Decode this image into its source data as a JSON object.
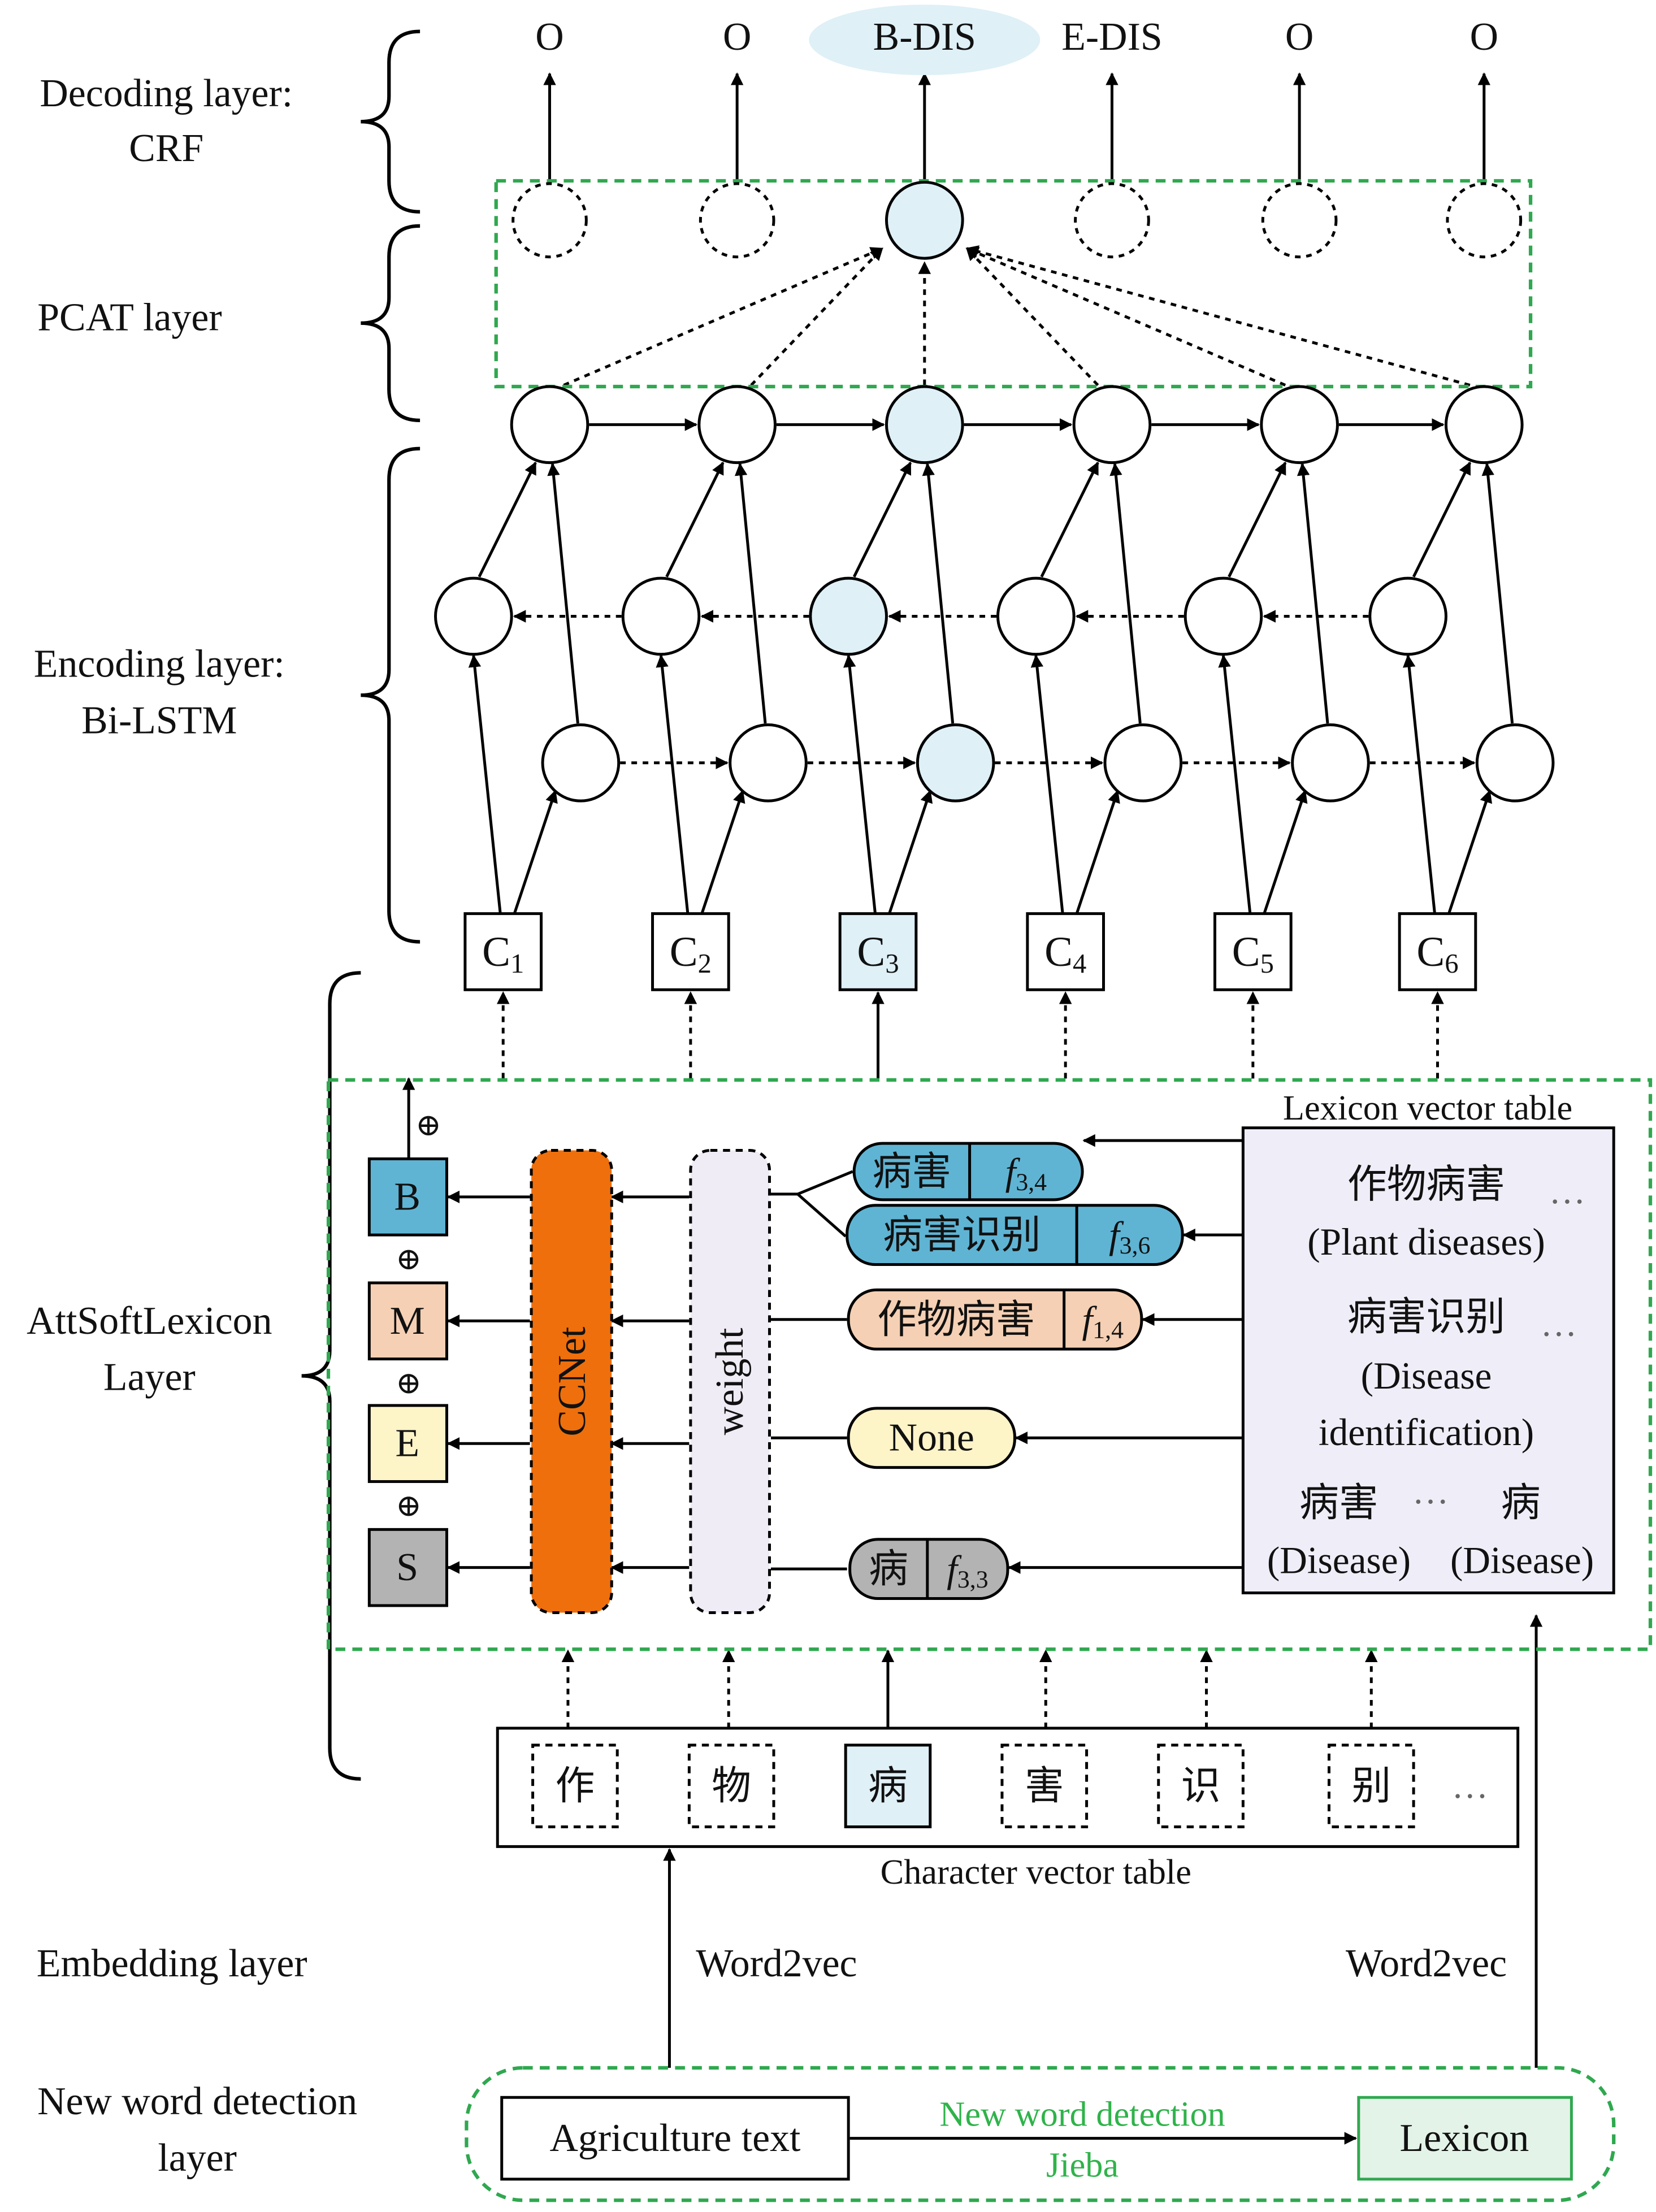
{
  "left_labels": {
    "decoding": [
      "Decoding layer:",
      "CRF"
    ],
    "pcat": [
      "PCAT layer"
    ],
    "encoding": [
      "Encoding layer:",
      "Bi-LSTM"
    ],
    "attsoft": [
      "AttSoftLexicon",
      "Layer"
    ],
    "embedding": [
      "Embedding layer"
    ],
    "newword": [
      "New word detection",
      "layer"
    ]
  },
  "output_tags": [
    "O",
    "O",
    "B-DIS",
    "E-DIS",
    "O",
    "O"
  ],
  "char_nodes": [
    {
      "base": "C",
      "sub": "1"
    },
    {
      "base": "C",
      "sub": "2"
    },
    {
      "base": "C",
      "sub": "3"
    },
    {
      "base": "C",
      "sub": "4"
    },
    {
      "base": "C",
      "sub": "5"
    },
    {
      "base": "C",
      "sub": "6"
    }
  ],
  "bmes": [
    "B",
    "M",
    "E",
    "S"
  ],
  "oplus": "⊕",
  "ccnet_label": "CCNet",
  "weight_label": "weight",
  "lexicon_pills": [
    {
      "text": "病害",
      "f": "f",
      "sub": "3,4"
    },
    {
      "text": "病害识别",
      "f": "f",
      "sub": "3,6"
    },
    {
      "text": "作物病害",
      "f": "f",
      "sub": "1,4"
    },
    {
      "text": "None"
    },
    {
      "text": "病",
      "f": "f",
      "sub": "3,3"
    }
  ],
  "lexicon_table": {
    "title": "Lexicon vector table",
    "lines": [
      "作物病害",
      "…",
      "(Plant diseases)",
      "病害识别",
      "…",
      "(Disease",
      "identification)",
      "病害",
      "…",
      "病",
      "(Disease)",
      "(Disease)"
    ]
  },
  "char_table": {
    "chars": [
      "作",
      "物",
      "病",
      "害",
      "识",
      "别"
    ],
    "ellipsis": "…",
    "caption": "Character vector table"
  },
  "word2vec_left": "Word2vec",
  "word2vec_right": "Word2vec",
  "agri_text": "Agriculture text",
  "nwd_labels": [
    "New word detection",
    "Jieba"
  ],
  "lexicon_box": "Lexicon",
  "colors": {
    "highlight": "#dff0f7",
    "green_dash": "#2fa84f",
    "green_text": "#2fb34a",
    "ccnet": "#ee6f0c",
    "weight": "#efecf6",
    "lexicon_table_bg": "#efedf7",
    "B": "#5fb4d4",
    "M": "#f5d0b4",
    "E": "#fdf4c8",
    "S": "#b3b3b3",
    "pill_blue": "#5fb4d4",
    "pill_peach": "#f5d0b4",
    "pill_yellow": "#fdf4c8",
    "pill_gray": "#b3b3b3",
    "lexicon_green": "#e3f3e8"
  }
}
